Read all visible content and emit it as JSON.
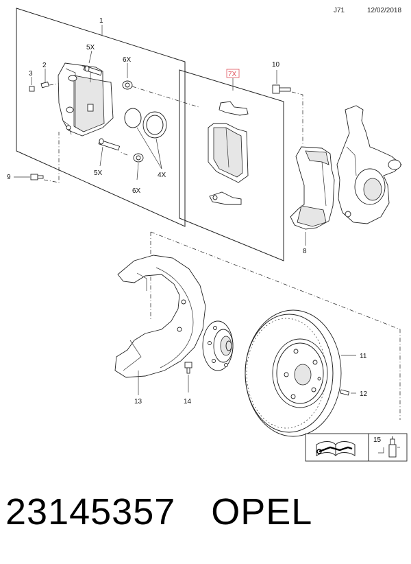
{
  "header": {
    "code": "J71",
    "date": "12/02/2018"
  },
  "callouts": {
    "c1": "1",
    "c2": "2",
    "c3": "3",
    "c4x": "4X",
    "c5x_top": "5X",
    "c5x_bottom": "5X",
    "c6x_top": "6X",
    "c6x_bottom": "6X",
    "c7x": "7X",
    "c8": "8",
    "c9": "9",
    "c10": "10",
    "c11": "11",
    "c12": "12",
    "c13": "13",
    "c14": "14",
    "c15": "15"
  },
  "colors": {
    "highlight": "#e0505a",
    "line": "#222222"
  },
  "icons": {
    "manual": "book-wrench-icon",
    "grease": "grease-tube-icon"
  },
  "footer": {
    "part_number": "23145357",
    "brand": "OPEL"
  }
}
